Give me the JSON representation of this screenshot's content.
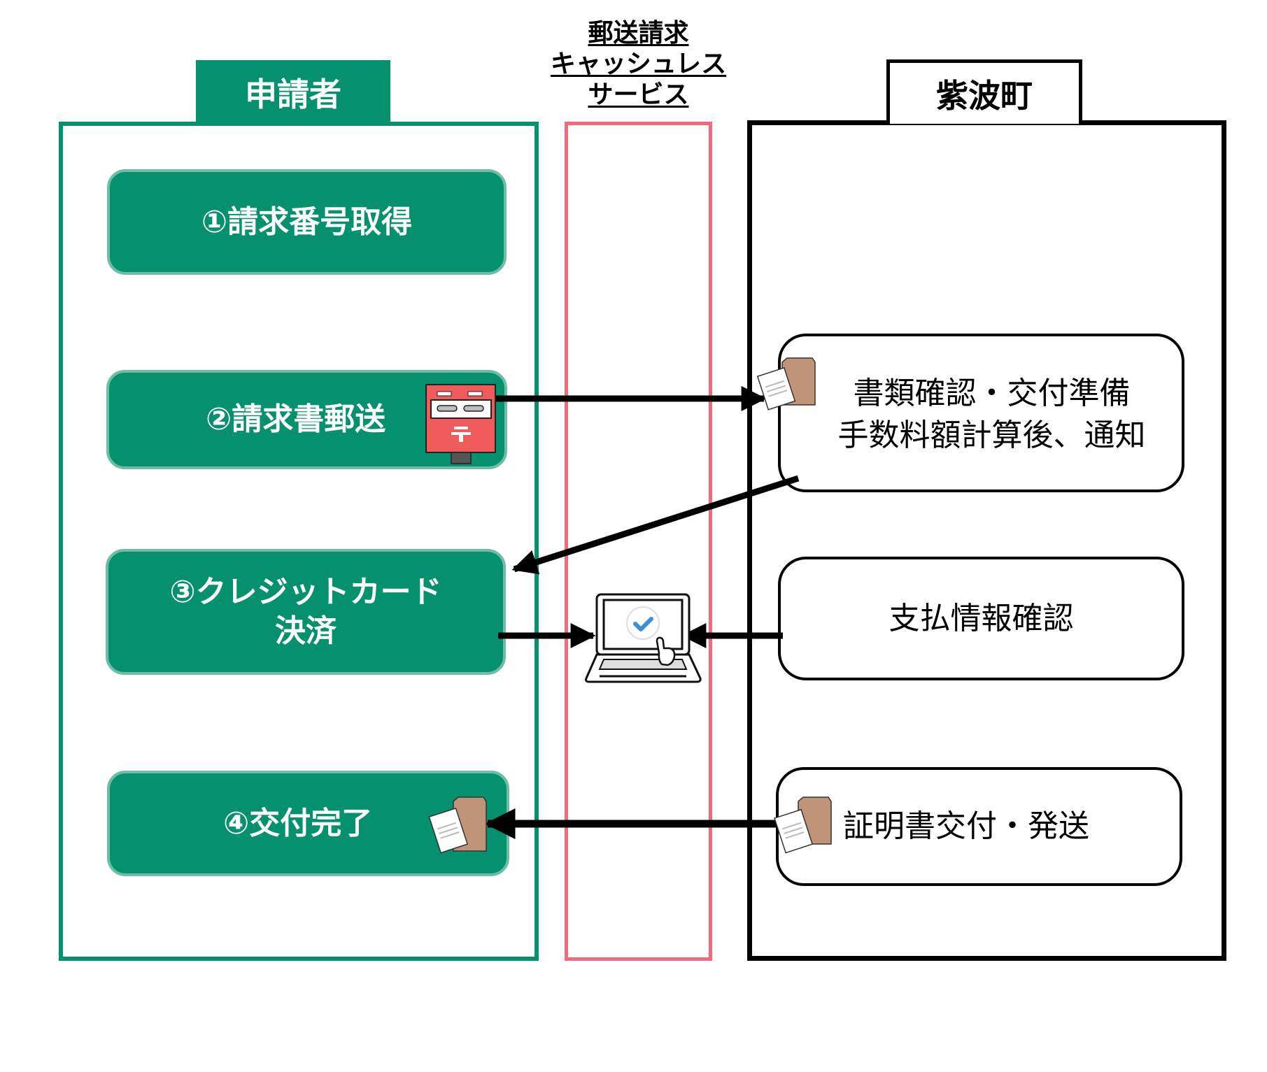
{
  "diagram": {
    "lanes": {
      "applicant": {
        "label": "申請者",
        "color": "#05906e"
      },
      "service": {
        "label_lines": [
          "郵送請求",
          "キャッシュレス",
          "サービス"
        ],
        "color": "#f46a7c"
      },
      "town": {
        "label": "紫波町",
        "color": "#000000"
      }
    },
    "applicant_steps": [
      {
        "label": "①請求番号取得"
      },
      {
        "label": "②請求書郵送",
        "icon": "postbox-icon"
      },
      {
        "label_lines": [
          "③クレジットカード",
          "決済"
        ]
      },
      {
        "label": "④交付完了",
        "icon": "document-envelope-icon"
      }
    ],
    "town_steps": [
      {
        "label_lines": [
          "書類確認・交付準備",
          "手数料額計算後、通知"
        ],
        "icon": "document-envelope-icon"
      },
      {
        "label": "支払情報確認"
      },
      {
        "label": "証明書交付・発送",
        "icon": "document-envelope-icon"
      }
    ],
    "service_icon": "laptop-checkmark-icon",
    "arrows": [
      {
        "from": "②請求書郵送",
        "to": "書類確認・交付準備"
      },
      {
        "from": "手数料額計算後、通知",
        "to": "③クレジットカード決済"
      },
      {
        "from": "③クレジットカード決済",
        "to": "laptop"
      },
      {
        "from": "支払情報確認",
        "to": "laptop"
      },
      {
        "from": "証明書交付・発送",
        "to": "④交付完了"
      }
    ],
    "colors": {
      "step_fill": "#05906e",
      "step_border": "#6cbfa6",
      "envelope": "#c09479",
      "postbox": "#ef5b5b",
      "check": "#3b8fd6"
    }
  }
}
